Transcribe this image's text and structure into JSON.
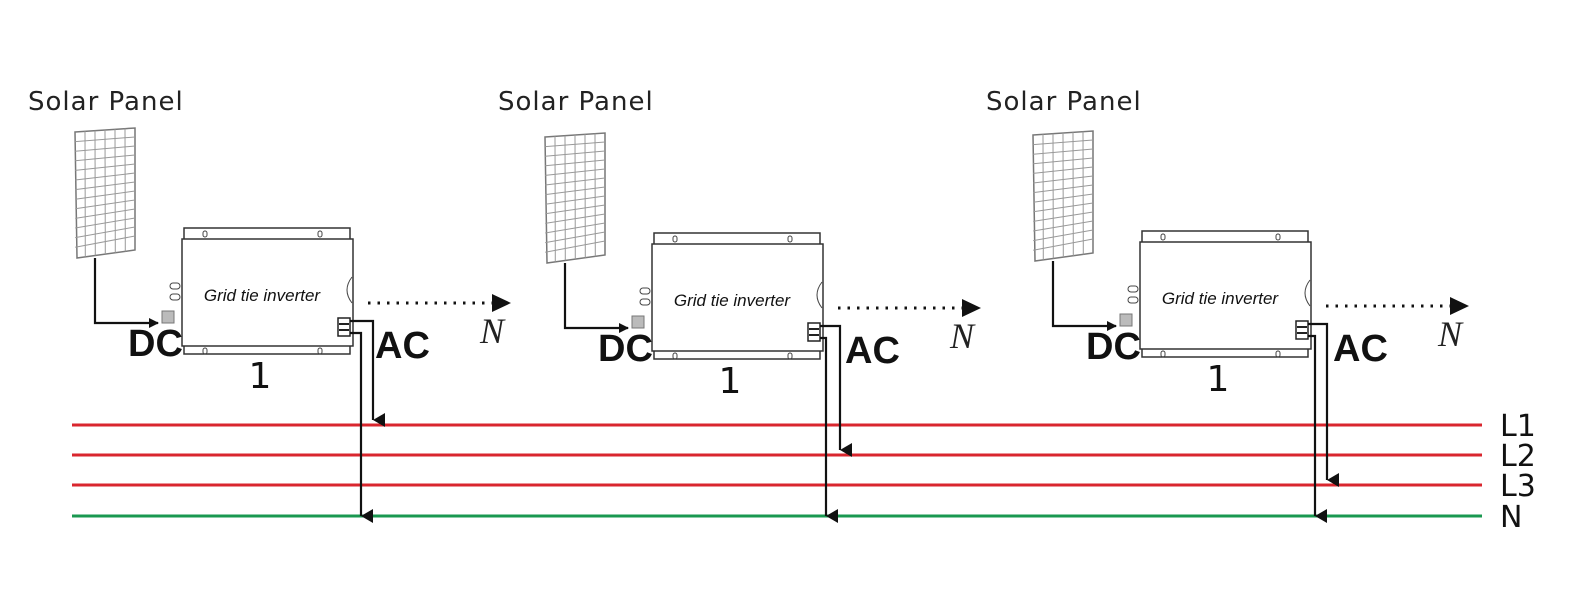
{
  "units": [
    {
      "panel_label": "Solar Panel",
      "inverter_label": "Grid tie inverter",
      "dc_label": "DC",
      "ac_label": "AC",
      "number": "1",
      "neutral_arrow_label": "N",
      "phase": "L1"
    },
    {
      "panel_label": "Solar Panel",
      "inverter_label": "Grid tie inverter",
      "dc_label": "DC",
      "ac_label": "AC",
      "number": "1",
      "neutral_arrow_label": "N",
      "phase": "L2"
    },
    {
      "panel_label": "Solar Panel",
      "inverter_label": "Grid tie inverter",
      "dc_label": "DC",
      "ac_label": "AC",
      "number": "1",
      "neutral_arrow_label": "N",
      "phase": "L3"
    }
  ],
  "bus": [
    {
      "label": "L1",
      "color": "#d9262e"
    },
    {
      "label": "L2",
      "color": "#d9262e"
    },
    {
      "label": "L3",
      "color": "#d9262e"
    },
    {
      "label": "N",
      "color": "#1a9850"
    }
  ]
}
